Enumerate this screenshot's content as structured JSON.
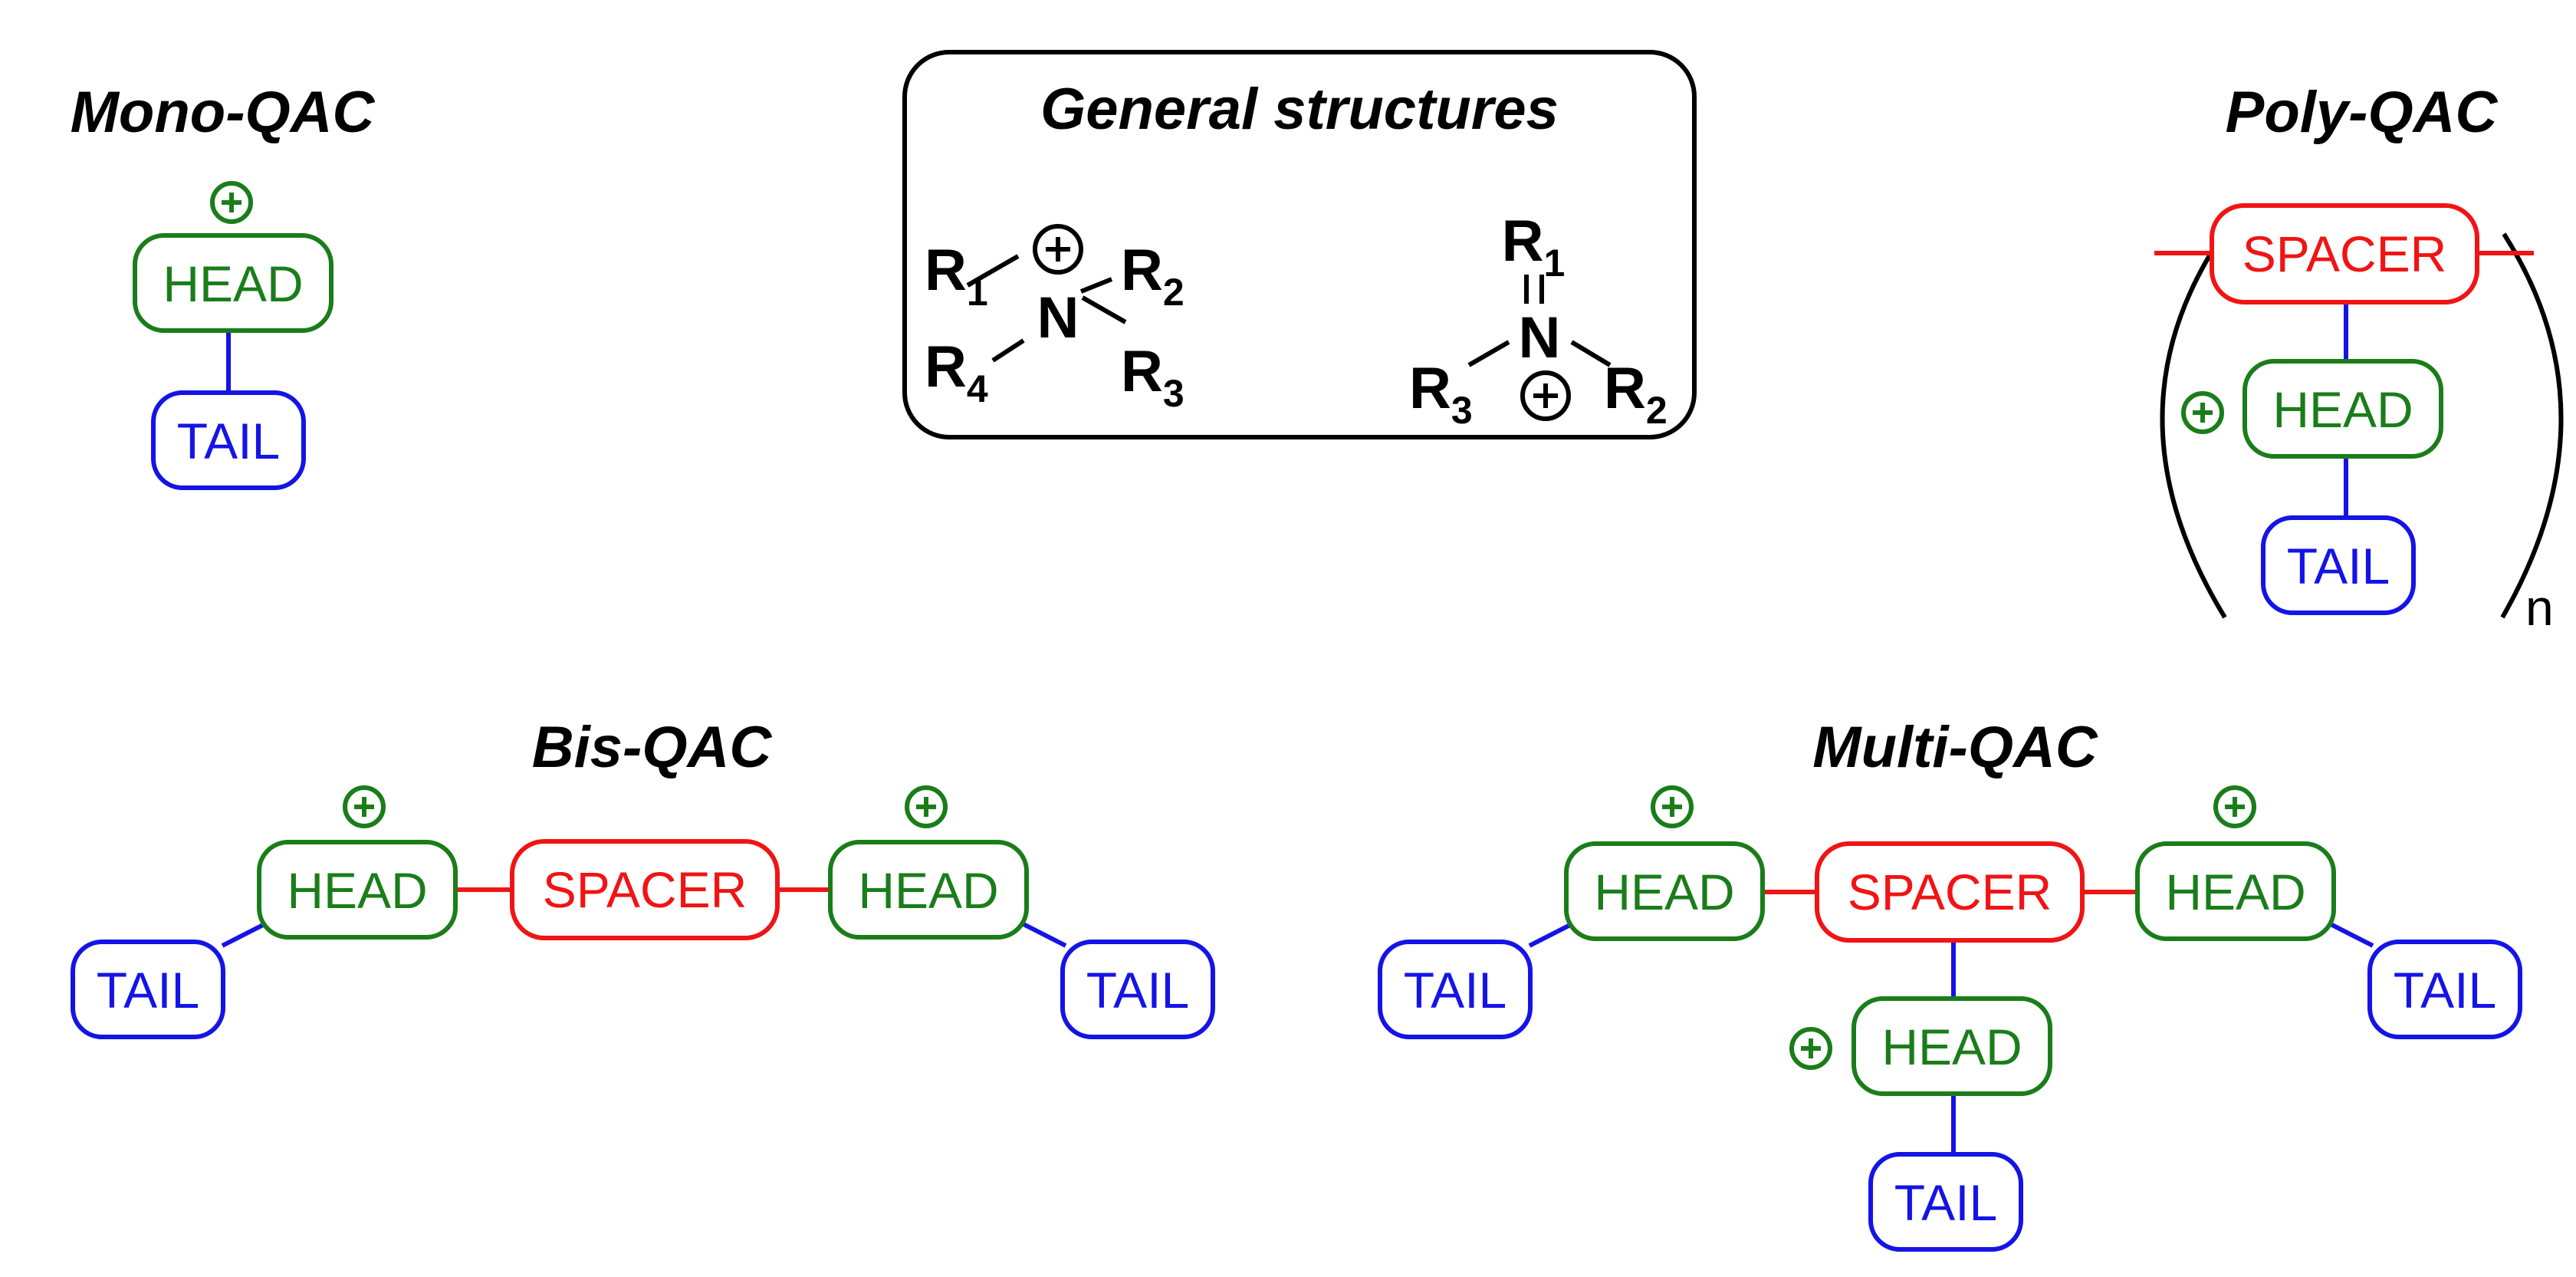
{
  "titles": {
    "mono": "Mono-QAC",
    "general": "General structures",
    "poly": "Poly-QAC",
    "bis": "Bis-QAC",
    "multi": "Multi-QAC"
  },
  "labels": {
    "head": "HEAD",
    "tail": "TAIL",
    "spacer": "SPACER",
    "repeat": "n"
  },
  "structures": {
    "nitrogen": "N",
    "r": "R",
    "r1": "1",
    "r2": "2",
    "r3": "3",
    "r4": "4"
  },
  "colors": {
    "head": "#1a7d1a",
    "tail": "#1414e6",
    "spacer": "#f01414",
    "text": "#000000"
  },
  "icons": {
    "charge": "circled-plus-icon"
  }
}
